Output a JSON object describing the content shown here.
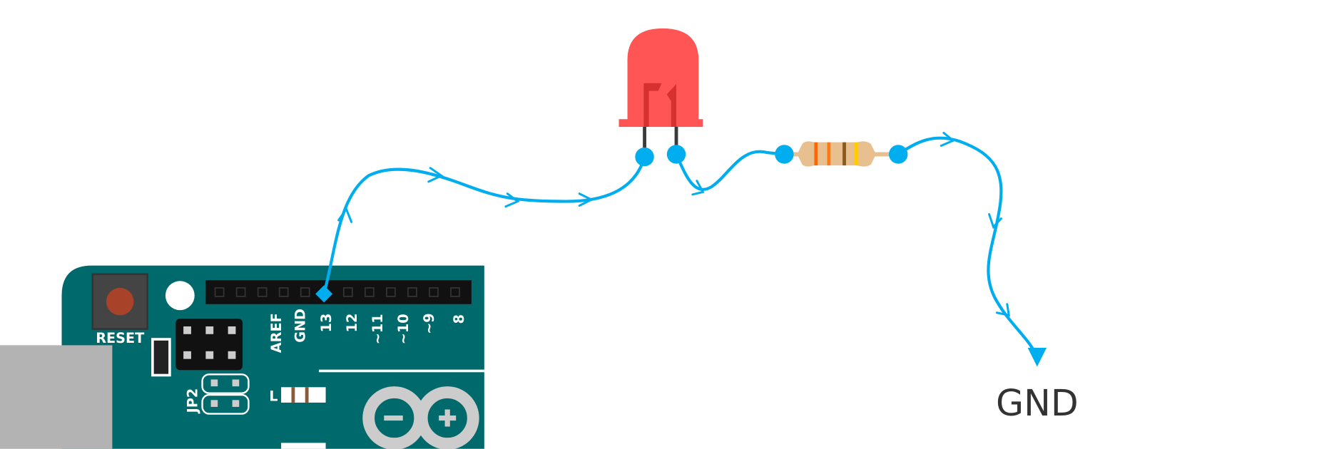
{
  "board": {
    "reset_label": "RESET",
    "pin_labels": [
      "AREF",
      "GND",
      "13",
      "12",
      "~11",
      "~10",
      "~9",
      "8"
    ],
    "jumper_label": "JP2",
    "led_label": "L"
  },
  "ground_label": "GND",
  "colors": {
    "board": "#00696b",
    "wire": "#00aeef",
    "led": "#ff5555",
    "resistor_body": "#e8c090",
    "usb": "#b3b3b3"
  }
}
